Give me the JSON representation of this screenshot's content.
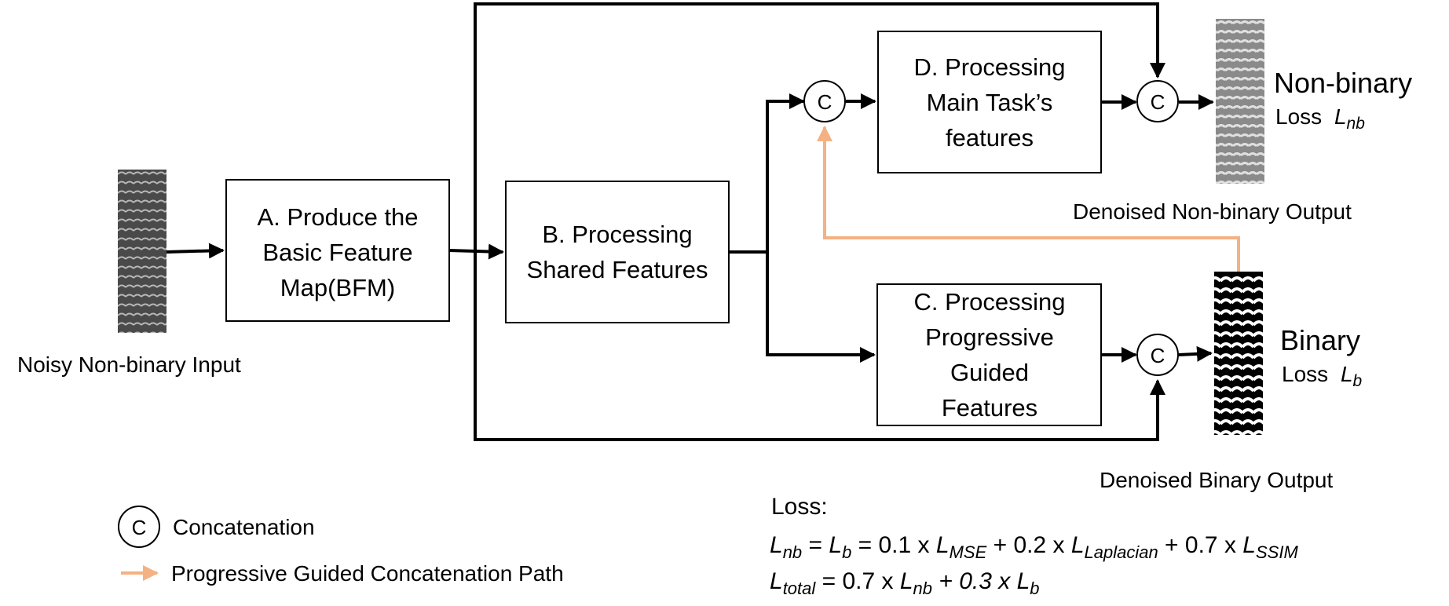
{
  "boxes": {
    "a": [
      "A. Produce the",
      "Basic Feature",
      "Map(BFM)"
    ],
    "b": [
      "B. Processing",
      "Shared Features"
    ],
    "c": [
      "C. Processing",
      "Progressive",
      "Guided",
      "Features"
    ],
    "d": [
      "D. Processing",
      "Main Task’s",
      "features"
    ]
  },
  "concat_symbol": "C",
  "labels": {
    "input": "Noisy Non-binary Input",
    "out_nonbinary": "Denoised Non-binary Output",
    "out_binary": "Denoised Binary Output",
    "nonbinary_title": "Non-binary",
    "binary_title": "Binary",
    "loss_word": "Loss",
    "nb_sub": "nb",
    "b_sub": "b"
  },
  "legend": {
    "concatenation": "Concatenation",
    "guided_path": "Progressive Guided Concatenation Path"
  },
  "loss": {
    "title": "Loss:",
    "line1": {
      "l_nb": "nb",
      "eq1": " = ",
      "l_b": "b",
      "c1": " = 0.1 x ",
      "mse": "MSE",
      "c2": " + 0.2 x ",
      "lap": "Laplacian",
      "c3": " + 0.7 x ",
      "ssim": "SSIM"
    },
    "line2": {
      "total": "total",
      "c1": " = 0.7 x ",
      "nb": "nb",
      "c2": " + 0.3 x ",
      "b": "b"
    }
  },
  "colors": {
    "line": "#000000",
    "guided_path": "#f4b183"
  }
}
